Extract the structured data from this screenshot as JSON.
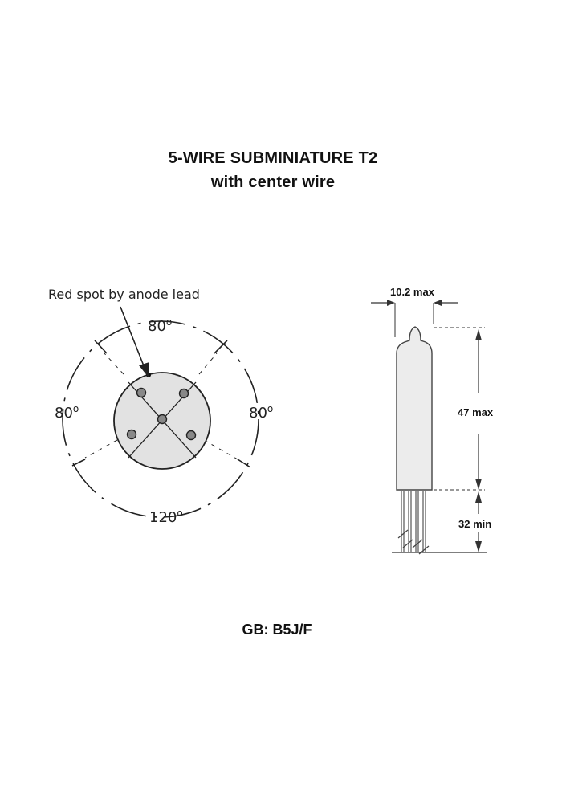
{
  "title": {
    "line1": "5-WIRE SUBMINIATURE T2",
    "line2": "with center wire"
  },
  "base_diagram": {
    "annotation": "Red spot by anode lead",
    "angle_top": "80",
    "angle_left": "80",
    "angle_right": "80",
    "angle_bottom": "120",
    "degree_symbol": "o"
  },
  "tube_outline": {
    "width_label": "10.2 max",
    "length_label": "47 max",
    "lead_label": "32 min"
  },
  "base_code": "GB: B5J/F"
}
